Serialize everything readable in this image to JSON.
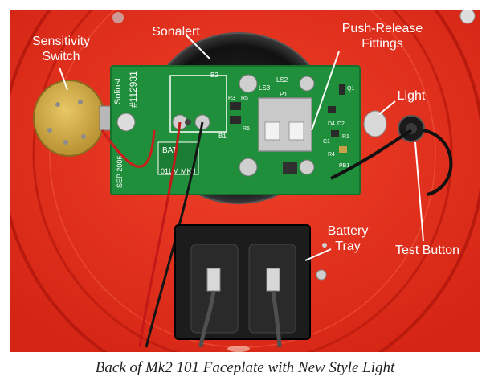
{
  "labels": {
    "sensitivity_line1": "Sensitivity",
    "sensitivity_line2": "Switch",
    "sonalert": "Sonalert",
    "push_line1": "Push-Release",
    "push_line2": "Fittings",
    "light": "Light",
    "battery_line1": "Battery",
    "battery_line2": "Tray",
    "test_button": "Test Button"
  },
  "board_text": {
    "brand": "Solinst",
    "serial": "#112931",
    "bat": "BAT",
    "model": "01LM MKII",
    "date": "SEP 2006",
    "p1": "P1",
    "ls2": "LS2",
    "ls3": "LS3",
    "b2": "B2",
    "b1": "B1",
    "r3": "R3",
    "r5": "R5",
    "r6": "R6",
    "q1": "Q1",
    "d4": "D4",
    "d2": "D2",
    "c1": "C1",
    "r4": "R4",
    "pb1": "PB1",
    "r1": "R1"
  },
  "caption": "Back of Mk2 101 Faceplate with New Style Light",
  "colors": {
    "faceplate": "#e8301c",
    "board": "#1f8f3c",
    "label_text": "#ffffff",
    "battery_tray": "#1c1c1c"
  }
}
